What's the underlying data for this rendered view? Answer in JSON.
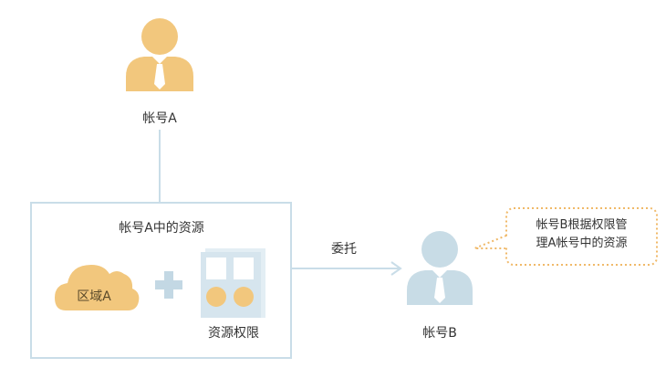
{
  "account_a": {
    "label": "帐号A",
    "icon": "person-icon",
    "color": "#f2c77d",
    "tie_color": "#ffffff"
  },
  "account_b": {
    "label": "帐号B",
    "icon": "person-icon",
    "color": "#c8dce6",
    "tie_color": "#ffffff"
  },
  "resources": {
    "title": "帐号A中的资源",
    "region_label": "区域A",
    "region_icon": "cloud-icon",
    "plus_icon": "plus-icon",
    "permission_label": "资源权限",
    "permission_icon": "permission-panel-icon"
  },
  "delegate_label": "委托",
  "callout": {
    "line1": "帐号B根据权限管",
    "line2": "理A帐号中的资源"
  },
  "colors": {
    "line": "#c9dde8",
    "box_border": "#c9dde8",
    "orange": "#f2c77d",
    "orange_dark": "#f0b968",
    "plus": "#c3d8e4",
    "callout_border": "#f0b968"
  }
}
